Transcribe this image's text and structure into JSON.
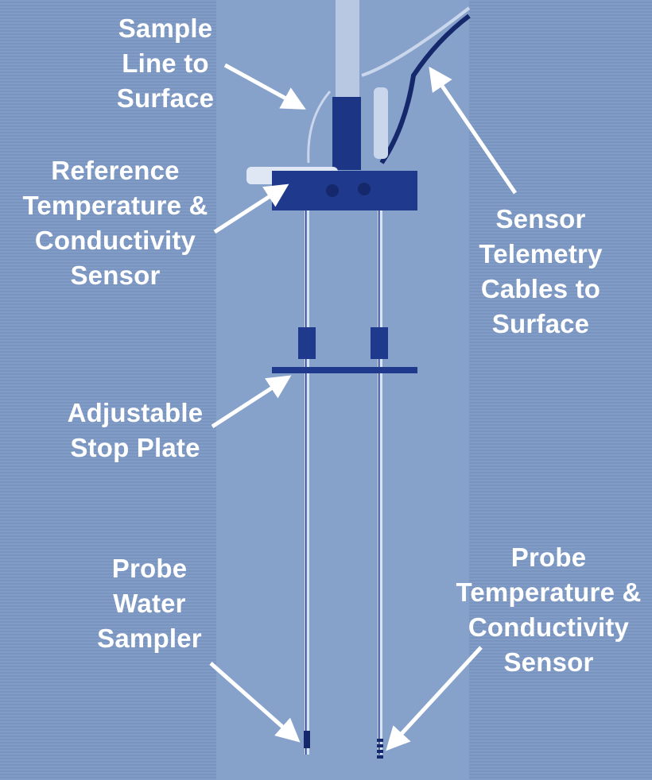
{
  "figure": {
    "background_color": "#7d99c4",
    "device_color": "#1f3a8c",
    "label_color": "#ffffff",
    "labels": {
      "sample_line": [
        "Sample",
        "Line to",
        "Surface"
      ],
      "reference_sensor": [
        "Reference",
        "Temperature &",
        "Conductivity",
        "Sensor"
      ],
      "telemetry_cables": [
        "Sensor",
        "Telemetry",
        "Cables to",
        "Surface"
      ],
      "stop_plate": [
        "Adjustable",
        "Stop Plate"
      ],
      "water_sampler": [
        "Probe",
        "Water",
        "Sampler"
      ],
      "probe_sensor": [
        "Probe",
        "Temperature &",
        "Conductivity",
        "Sensor"
      ]
    }
  }
}
